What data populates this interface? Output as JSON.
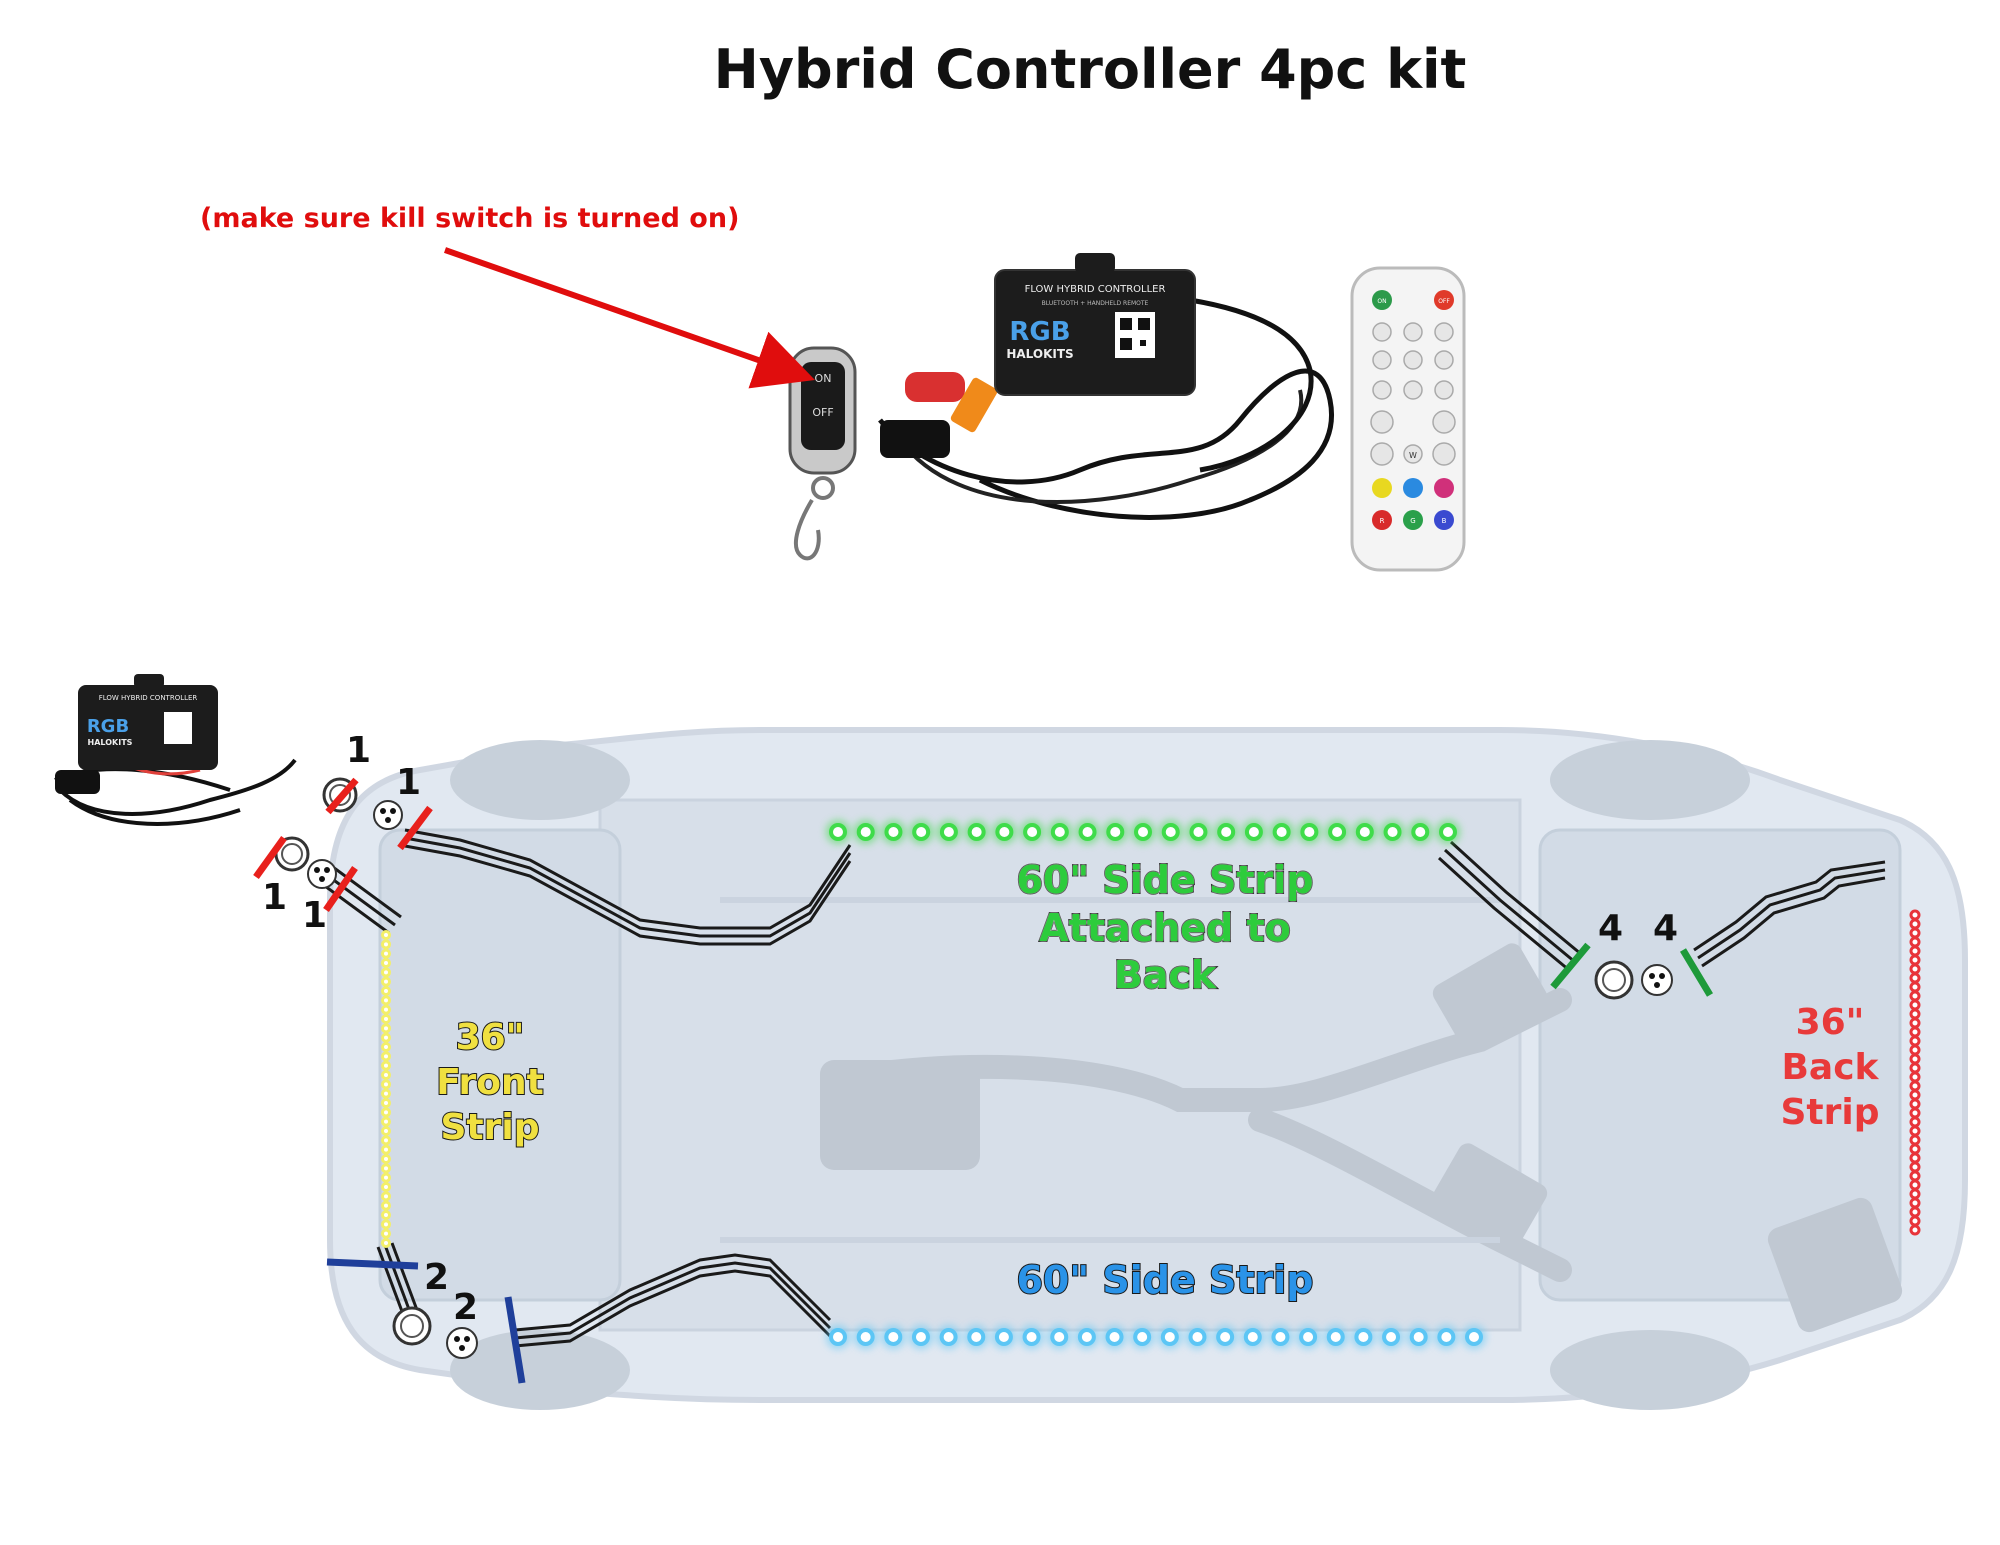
{
  "title": "Hybrid Controller 4pc kit",
  "note": "(make sure kill switch is turned on)",
  "controller": {
    "name": "FLOW HYBRID CONTROLLER",
    "sub": "BLUETOOTH + HANDHELD REMOTE",
    "brand_rgb": "RGB",
    "brand": "HALOKITS"
  },
  "killswitch": {
    "on": "ON",
    "off": "OFF"
  },
  "remote": {
    "on": "ON",
    "off": "OFF",
    "w": "W",
    "r": "R",
    "g": "G",
    "b": "B"
  },
  "strips": {
    "side_back": {
      "line1": "60\" Side Strip",
      "line2": "Attached to",
      "line3": "Back",
      "color": "#3fdc4a"
    },
    "side": {
      "line1": "60\" Side Strip",
      "color": "#5cc6f5"
    },
    "front": {
      "line1": "36\"",
      "line2": "Front",
      "line3": "Strip",
      "color": "#f3ef6a"
    },
    "back": {
      "line1": "36\"",
      "line2": "Back",
      "line3": "Strip",
      "color": "#e8343a"
    }
  },
  "connectors": {
    "n1a": "1",
    "n1b": "1",
    "n1c": "1",
    "n1d": "1",
    "n2a": "2",
    "n2b": "2",
    "n4a": "4",
    "n4b": "4"
  },
  "colors": {
    "note_red": "#e00d0d",
    "mark1": "#e8201c",
    "mark2": "#1f3f9a",
    "mark4": "#1e9a3a"
  }
}
